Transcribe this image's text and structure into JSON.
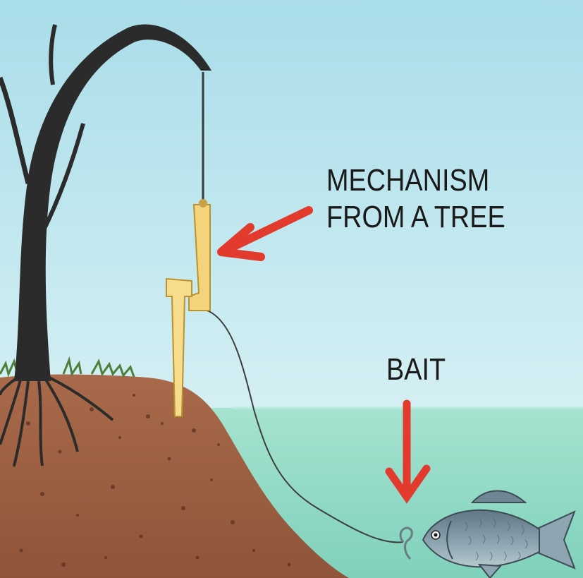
{
  "labels": {
    "mechanism_line1": "MECHANISM",
    "mechanism_line2": "FROM A TREE",
    "bait": "BAIT"
  },
  "colors": {
    "sky_top": "#a9dde9",
    "sky_bottom": "#e3f6f8",
    "water": "#8fd8c4",
    "soil": "#9c5d3f",
    "tree": "#2b2b2b",
    "trigger": "#f4d37a",
    "arrow": "#e23b2e",
    "fish": "#7f97a4"
  },
  "icons": [
    "tree",
    "trigger-mechanism",
    "fishing-line",
    "hook",
    "fish",
    "arrow-mechanism",
    "arrow-bait"
  ]
}
